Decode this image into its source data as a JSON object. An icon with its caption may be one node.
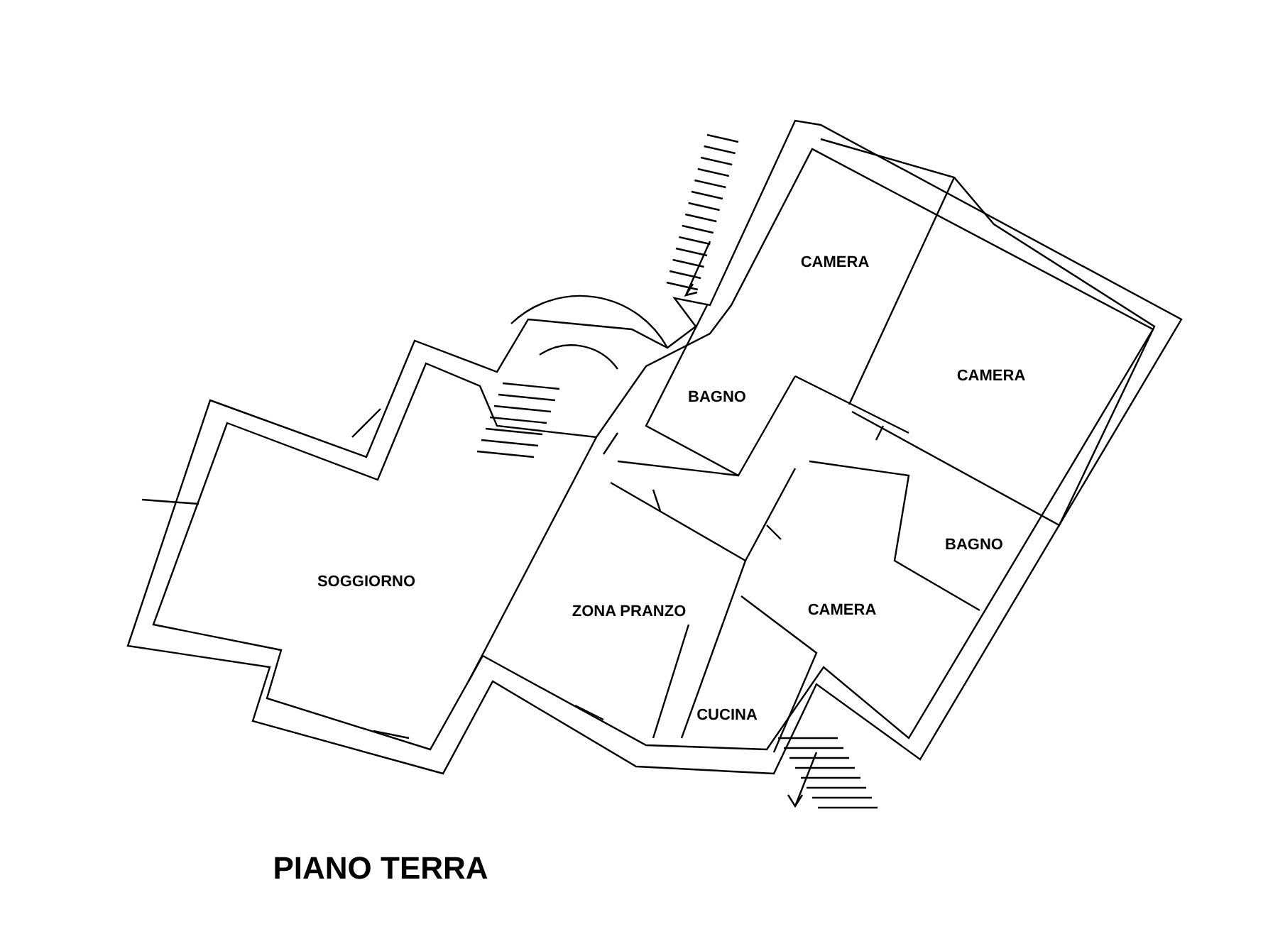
{
  "diagram": {
    "title": "PIANO TERRA",
    "labels": [
      "CAMERA",
      "CAMERA",
      "BAGNO",
      "SOGGIORNO",
      "BAGNO",
      "ZONA PRANZO",
      "CAMERA",
      "CUCINA"
    ]
  }
}
